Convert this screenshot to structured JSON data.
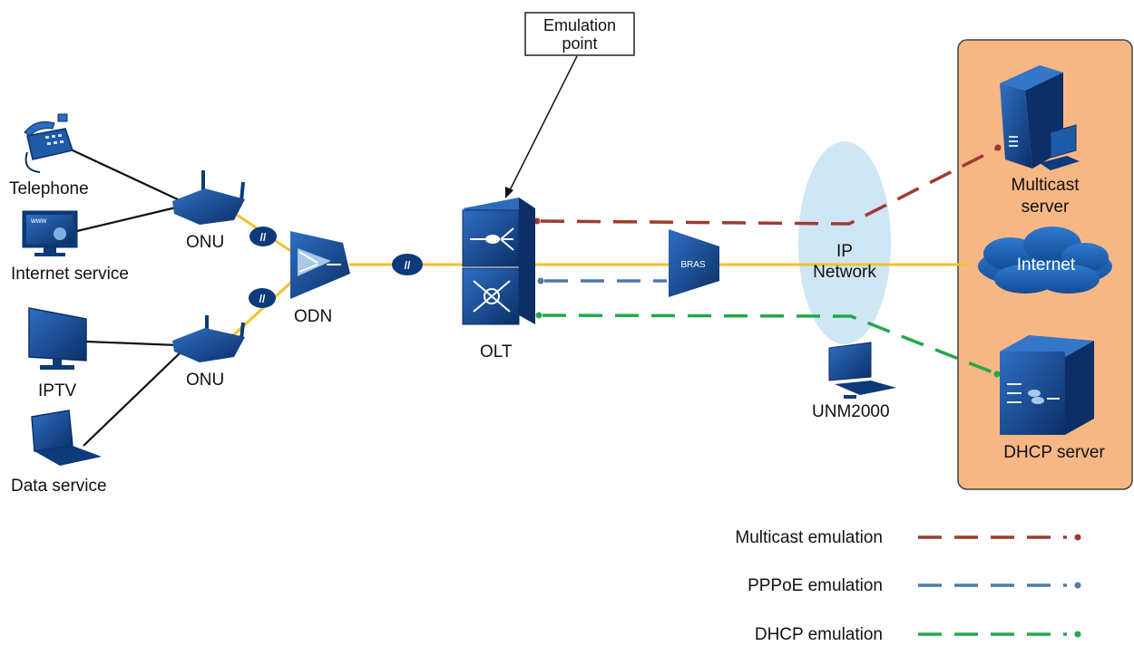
{
  "callout": {
    "line1": "Emulation",
    "line2": "point"
  },
  "devices": {
    "telephone": "Telephone",
    "internet_service": "Internet service",
    "iptv": "IPTV",
    "data_service": "Data service",
    "onu_top": "ONU",
    "onu_bottom": "ONU",
    "odn": "ODN",
    "olt": "OLT",
    "bras": "BRAS",
    "ip_network_line1": "IP",
    "ip_network_line2": "Network",
    "unm": "UNM2000",
    "multicast_server_line1": "Multicast",
    "multicast_server_line2": "server",
    "internet": "Internet",
    "dhcp_server": "DHCP server",
    "www": "www"
  },
  "legend": [
    {
      "label": "Multicast emulation",
      "color": "#9e3b30"
    },
    {
      "label": "PPPoE emulation",
      "color": "#4f79ad"
    },
    {
      "label": "DHCP emulation",
      "color": "#22a84a"
    }
  ],
  "colors": {
    "fiber": "#f5c12a",
    "device_blue": "#0d3a78",
    "server_panel": "#f6b785",
    "ip_cloud": "#cfe6f5",
    "internet_cloud": "#1a5fb0"
  }
}
